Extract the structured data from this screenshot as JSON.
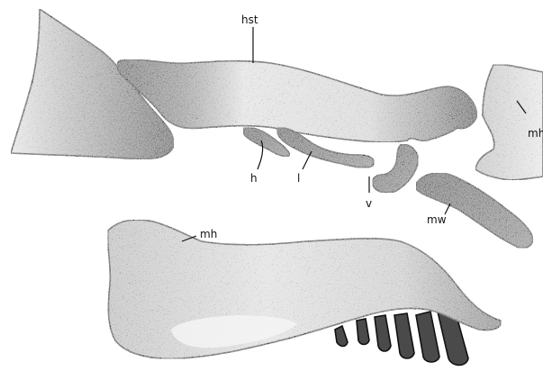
{
  "labels": {
    "hst": "hst",
    "mh_top": "mh",
    "h": "h",
    "l": "l",
    "v": "v",
    "mw": "mw",
    "mh_bottom": "mh"
  },
  "colors": {
    "ink": "#111111",
    "stipple_light": "#d9d9d9",
    "stipple_mid": "#a8a8a8",
    "stipple_dark": "#5a5a5a",
    "paper": "#ffffff"
  }
}
